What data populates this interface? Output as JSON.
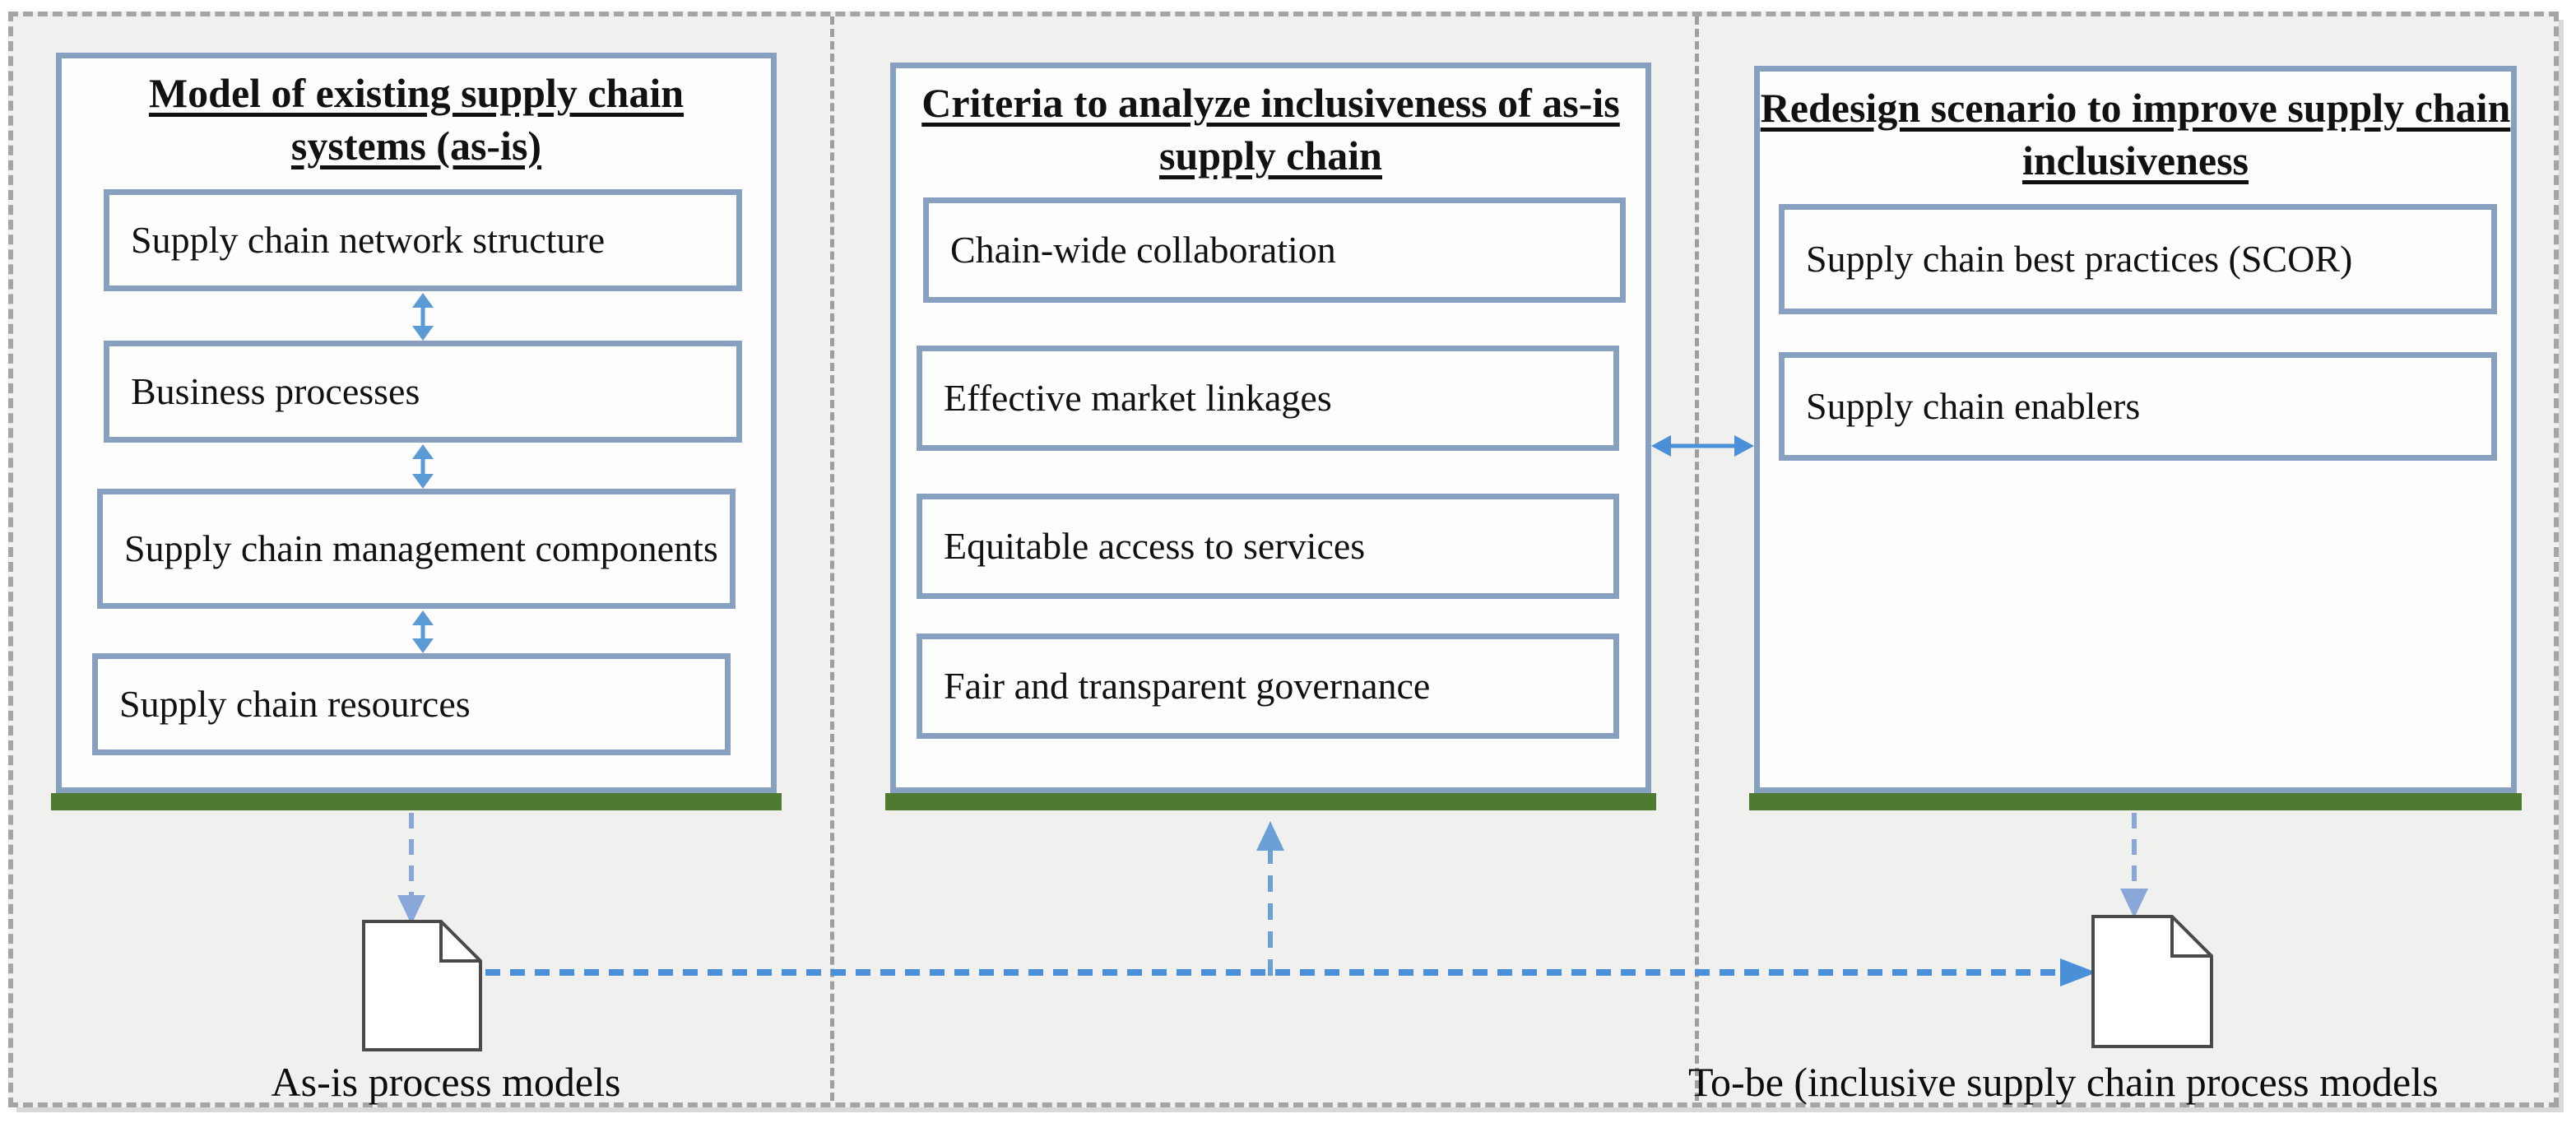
{
  "figure": {
    "panels": [
      {
        "title": "Model of existing supply chain systems (as-is)",
        "boxes": [
          "Supply chain network structure",
          "Business processes",
          "Supply chain management components",
          "Supply chain resources"
        ]
      },
      {
        "title": "Criteria to analyze inclusiveness of as-is supply chain",
        "boxes": [
          "Chain-wide collaboration",
          "Effective market linkages",
          "Equitable access to services",
          "Fair and transparent governance"
        ]
      },
      {
        "title": "Redesign scenario to improve supply chain inclusiveness",
        "boxes": [
          "Supply chain best practices (SCOR)",
          "Supply chain enablers"
        ]
      }
    ],
    "artifacts": [
      {
        "icon": "document-icon",
        "label": "As-is process models"
      },
      {
        "icon": "document-icon",
        "label": "To-be (inclusive supply chain process models"
      }
    ],
    "colors": {
      "panel_border": "#87a0bf",
      "green_bar": "#4e7b31",
      "box_arrow_blue": "#5b9bd5",
      "panel_link_blue": "#4a90d9",
      "drop_arrow_blue": "#8aa7da",
      "flow_line_blue": "#4a90d8",
      "frame_gray": "#a5a5a5",
      "background_gray": "#f0f0ef"
    }
  }
}
